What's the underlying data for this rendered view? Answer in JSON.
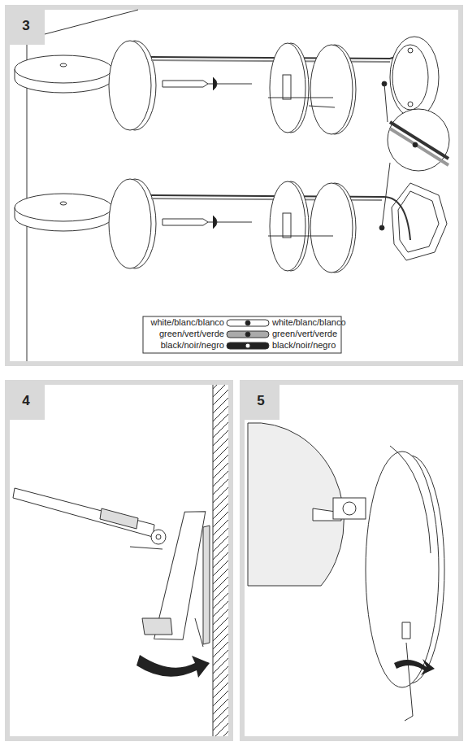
{
  "diagram": {
    "nodes": [
      {
        "text": [
          "3"
        ]
      },
      {
        "text": [
          "4"
        ]
      },
      {
        "text": [
          "5"
        ]
      }
    ],
    "labels": [
      "white/blanc/blanco",
      "green/vert/verde",
      "black/noir/negro"
    ],
    "legend": [
      {
        "text": "white/blanc/blanco"
      },
      {
        "text": "green/vert/verde"
      },
      {
        "text": "black/noir/negro"
      }
    ]
  }
}
